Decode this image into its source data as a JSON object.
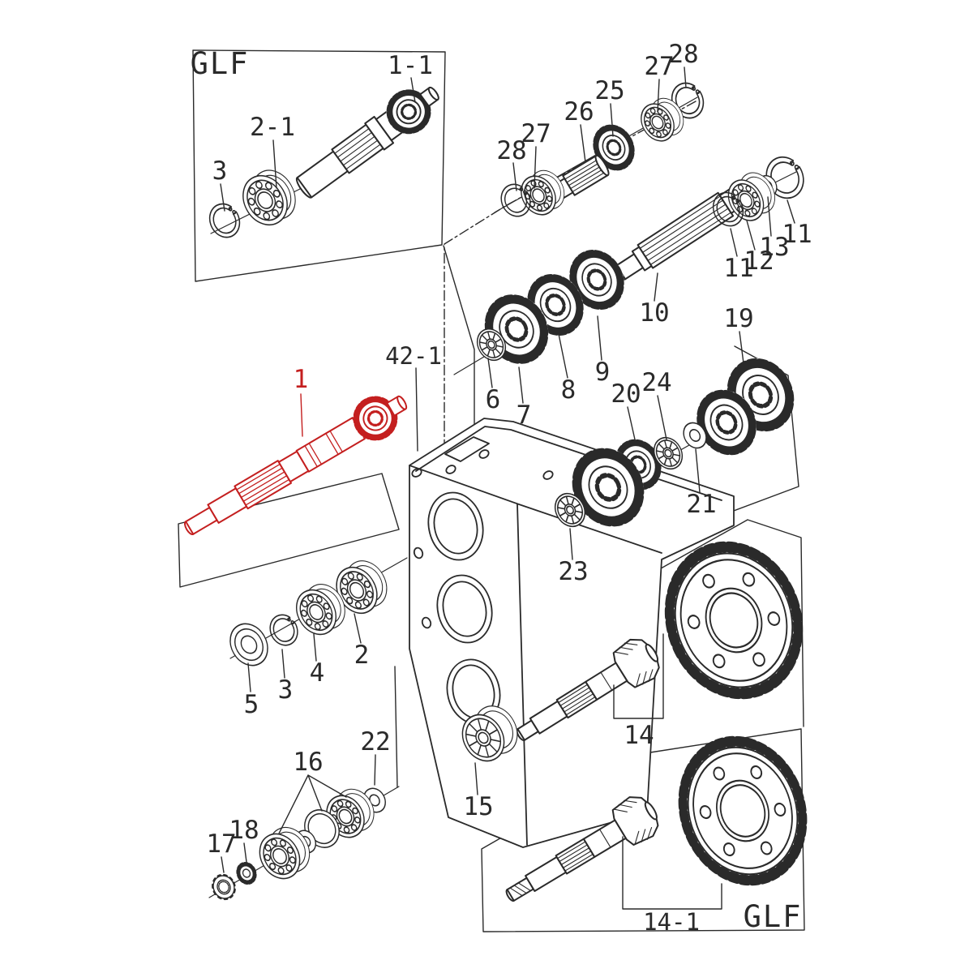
{
  "diagram": {
    "type": "exploded-parts-diagram",
    "colors": {
      "background": "#ffffff",
      "line": "#2a2a2a",
      "highlight": "#c41f1f"
    },
    "boxes": [
      {
        "label": "GLF",
        "position": "top-left"
      },
      {
        "label": "GLF",
        "position": "bottom-right"
      }
    ],
    "part_labels": [
      {
        "text": "GLF"
      },
      {
        "text": "1-1"
      },
      {
        "text": "2-1"
      },
      {
        "text": "3"
      },
      {
        "text": "28"
      },
      {
        "text": "27"
      },
      {
        "text": "26"
      },
      {
        "text": "25"
      },
      {
        "text": "27"
      },
      {
        "text": "28"
      },
      {
        "text": "10"
      },
      {
        "text": "11"
      },
      {
        "text": "12"
      },
      {
        "text": "13"
      },
      {
        "text": "11"
      },
      {
        "text": "6"
      },
      {
        "text": "7"
      },
      {
        "text": "8"
      },
      {
        "text": "9"
      },
      {
        "text": "19"
      },
      {
        "text": "20"
      },
      {
        "text": "24"
      },
      {
        "text": "21"
      },
      {
        "text": "23"
      },
      {
        "text": "42-1"
      },
      {
        "text": "1",
        "highlighted": true
      },
      {
        "text": "2"
      },
      {
        "text": "4"
      },
      {
        "text": "3"
      },
      {
        "text": "5"
      },
      {
        "text": "16"
      },
      {
        "text": "22"
      },
      {
        "text": "17"
      },
      {
        "text": "18"
      },
      {
        "text": "15"
      },
      {
        "text": "14"
      },
      {
        "text": "14-1"
      },
      {
        "text": "GLF"
      }
    ]
  }
}
